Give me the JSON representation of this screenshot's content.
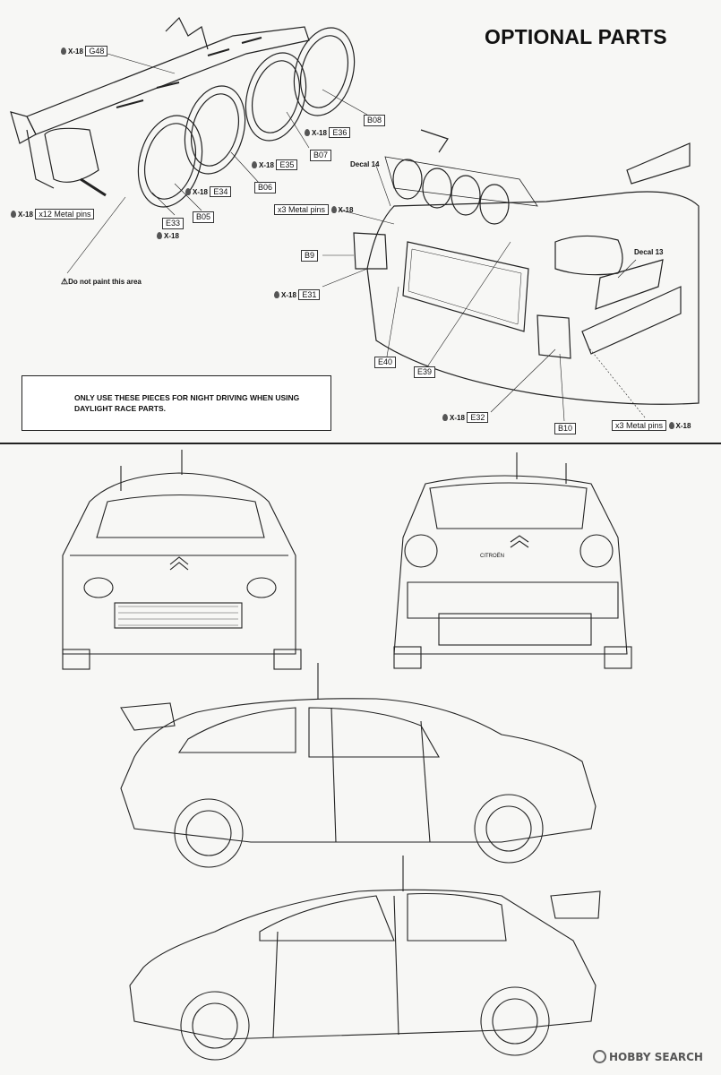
{
  "title": "OPTIONAL PARTS",
  "paint_code": "X-18",
  "warning": "ONLY USE THESE PIECES FOR NIGHT DRIVING WHEN USING DAYLIGHT RACE PARTS.",
  "do_not_paint": "Do not paint this area",
  "labels": {
    "g48": "G48",
    "b08": "B08",
    "e36": "E36",
    "b07": "B07",
    "e35": "E35",
    "b06": "B06",
    "e34": "E34",
    "b05": "B05",
    "e33": "E33",
    "metal_pins_12": "x12 Metal pins",
    "metal_pins_3a": "x3 Metal pins",
    "metal_pins_3b": "x3 Metal pins",
    "decal14": "Decal 14",
    "decal13": "Decal 13",
    "b9": "B9",
    "e31": "E31",
    "e40": "E40",
    "e39": "E39",
    "e32": "E32",
    "b10": "B10"
  },
  "car_brand_text": "CITROËN",
  "watermark": "HOBBY SEARCH"
}
